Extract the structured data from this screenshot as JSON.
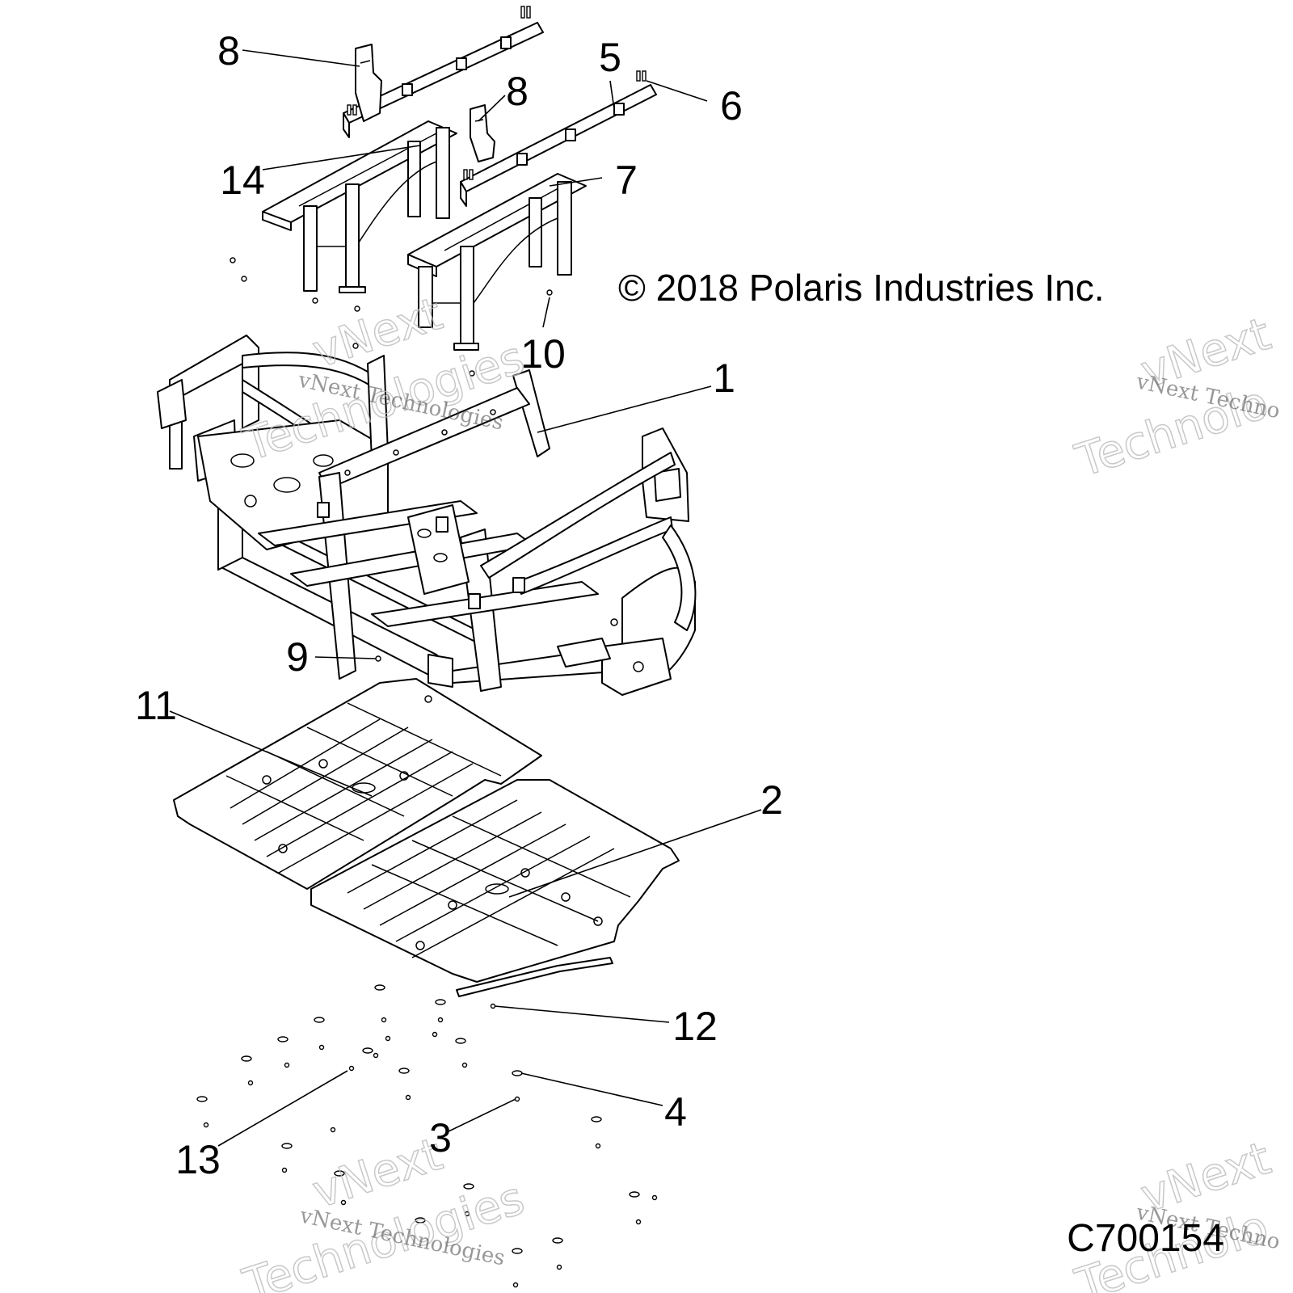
{
  "copyright": "© 2018 Polaris Industries Inc.",
  "figure_id": "C700154",
  "watermark": {
    "company": "vNext Technologies",
    "big_line1": "vNext",
    "big_line2": "Technologies",
    "partial_company": "vNext Techno",
    "partial_big_line2": "Technolo"
  },
  "callouts": [
    {
      "label": "1"
    },
    {
      "label": "2"
    },
    {
      "label": "3"
    },
    {
      "label": "4"
    },
    {
      "label": "5"
    },
    {
      "label": "6"
    },
    {
      "label": "7"
    },
    {
      "label": "8"
    },
    {
      "label": "8"
    },
    {
      "label": "9"
    },
    {
      "label": "10"
    },
    {
      "label": "11"
    },
    {
      "label": "12"
    },
    {
      "label": "13"
    },
    {
      "label": "14"
    }
  ]
}
